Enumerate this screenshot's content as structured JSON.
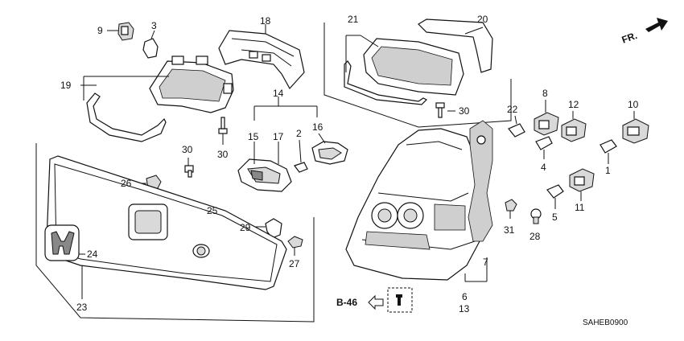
{
  "diagram": {
    "direction_label": "FR.",
    "reference": {
      "label": "B-46"
    },
    "part_code": "SAHEB0900",
    "callouts": {
      "c1": "1",
      "c2": "2",
      "c3": "3",
      "c4": "4",
      "c5": "5",
      "c6": "6",
      "c7": "7",
      "c8": "8",
      "c9": "9",
      "c10": "10",
      "c11": "11",
      "c12": "12",
      "c13": "13",
      "c14": "14",
      "c15": "15",
      "c16": "16",
      "c17": "17",
      "c18": "18",
      "c19": "19",
      "c20": "20",
      "c21": "21",
      "c22": "22",
      "c23": "23",
      "c24": "24",
      "c25": "25",
      "c26": "26",
      "c27": "27",
      "c28": "28",
      "c29": "29",
      "c30a": "30",
      "c30b": "30",
      "c30c": "30",
      "c31": "31"
    }
  }
}
